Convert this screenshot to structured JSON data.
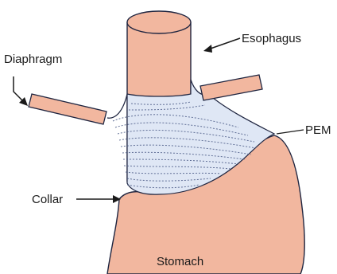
{
  "labels": {
    "esophagus": "Esophagus",
    "diaphragm": "Diaphragm",
    "pem": "PEM",
    "collar": "Collar",
    "stomach": "Stomach"
  },
  "colors": {
    "tissue_fill": "#f2b79f",
    "membrane_fill": "#dfe7f5",
    "stroke": "#1f2540"
  }
}
